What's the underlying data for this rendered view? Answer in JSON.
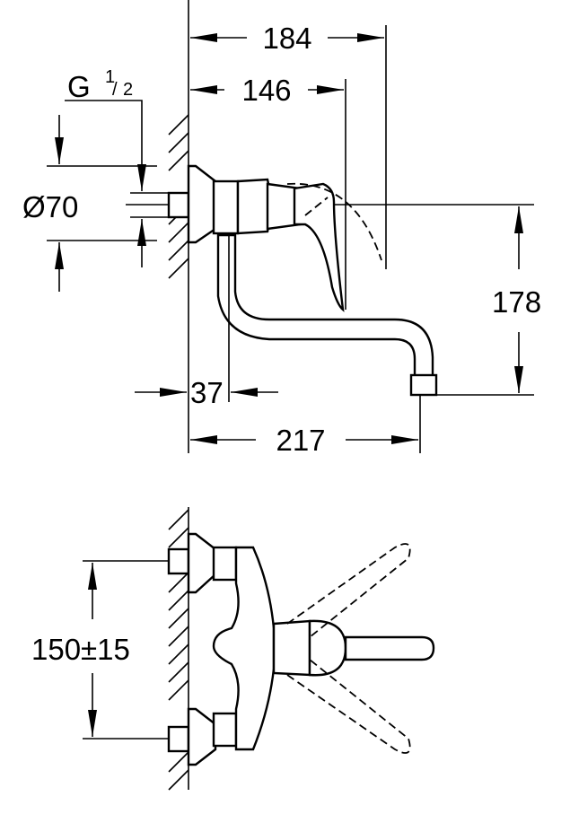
{
  "side_view": {
    "dim_overall_depth": "184",
    "dim_handle_depth": "146",
    "thread_label": "G",
    "thread_fraction_num": "1",
    "thread_fraction_den": "2",
    "dim_flange_diameter": "Ø70",
    "dim_height": "178",
    "dim_inlet_offset": "37",
    "dim_spout_reach": "217"
  },
  "front_view": {
    "dim_center_distance": "150±15"
  }
}
